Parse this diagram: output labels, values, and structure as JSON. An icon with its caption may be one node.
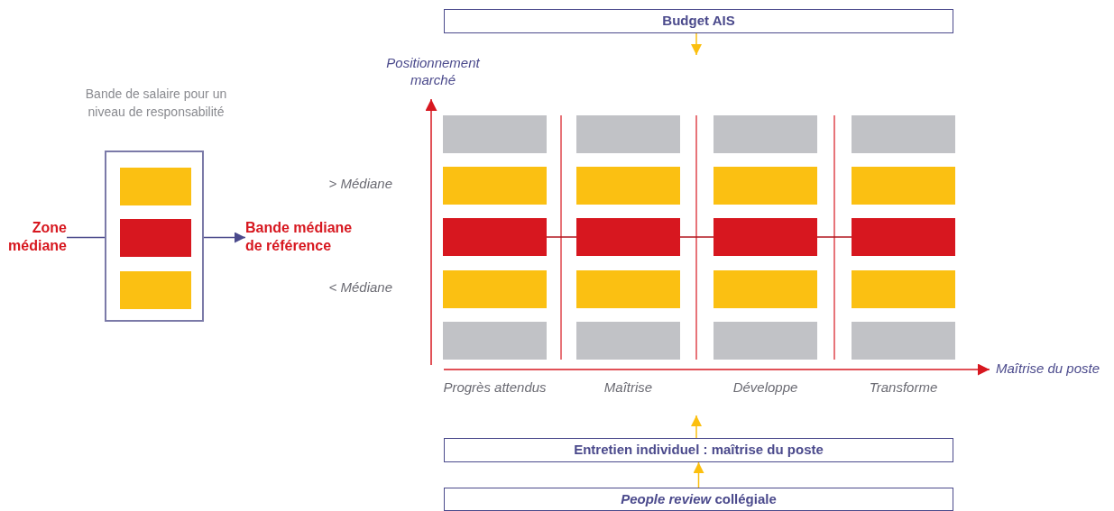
{
  "diagram": {
    "nodes": [
      {
        "text": [
          "Budget AIS"
        ]
      },
      {
        "text": [
          "Entretien individuel : maîtrise du poste"
        ]
      },
      {
        "text": [
          "*People review* collégiale"
        ]
      },
      {
        "text": [
          "Zone médiane"
        ]
      },
      {
        "text": [
          "Bande de salaire pour un niveau de responsabilité"
        ]
      },
      {
        "text": [],
        "shape": "bar",
        "in": 4
      },
      {
        "text": [],
        "shape": "bar",
        "in": 4
      },
      {
        "text": [],
        "shape": "bar",
        "in": 4
      },
      {
        "text": [
          "Bande médiane de référence"
        ]
      },
      {
        "text": [],
        "shape": "bar"
      },
      {
        "text": [],
        "shape": "bar"
      },
      {
        "text": [],
        "shape": "bar"
      },
      {
        "text": [],
        "shape": "bar"
      },
      {
        "text": [],
        "shape": "bar"
      },
      {
        "text": [],
        "shape": "bar"
      },
      {
        "text": [],
        "shape": "bar"
      },
      {
        "text": [],
        "shape": "bar"
      },
      {
        "text": [],
        "shape": "bar"
      },
      {
        "text": [],
        "shape": "bar"
      },
      {
        "text": [],
        "shape": "bar"
      },
      {
        "text": [],
        "shape": "bar"
      },
      {
        "text": [],
        "shape": "bar"
      },
      {
        "text": [],
        "shape": "bar"
      },
      {
        "text": [],
        "shape": "bar"
      },
      {
        "text": [],
        "shape": "bar"
      },
      {
        "text": [],
        "shape": "bar"
      },
      {
        "text": [],
        "shape": "bar"
      },
      {
        "text": [],
        "shape": "bar"
      },
      {
        "text": [],
        "shape": "bar"
      }
    ],
    "edges": [
      {
        "from": 0,
        "to": null,
        "arrow": "to",
        "color": "#fbbf0f"
      },
      {
        "from": 1,
        "to": null,
        "arrow": "to",
        "color": "#fbbf0f"
      },
      {
        "from": 2,
        "to": 1,
        "arrow": "to",
        "color": "#fbbf0f"
      },
      {
        "from": 3,
        "to": 4,
        "arrow": "none",
        "color": "#4b4a8c"
      },
      {
        "from": 4,
        "to": 8,
        "arrow": "to",
        "color": "#4b4a8c"
      },
      {
        "from": 17,
        "to": 18,
        "arrow": "none",
        "color": "#b0141c"
      },
      {
        "from": 18,
        "to": 19,
        "arrow": "none",
        "color": "#b0141c"
      },
      {
        "from": 19,
        "to": 20,
        "arrow": "none",
        "color": "#b0141c"
      }
    ],
    "labels": [
      "Positionnement marché",
      "> Médiane",
      "< Médiane",
      "Maîtrise du poste",
      "Progrès attendus",
      "Maîtrise",
      "Développe",
      "Transforme"
    ]
  }
}
